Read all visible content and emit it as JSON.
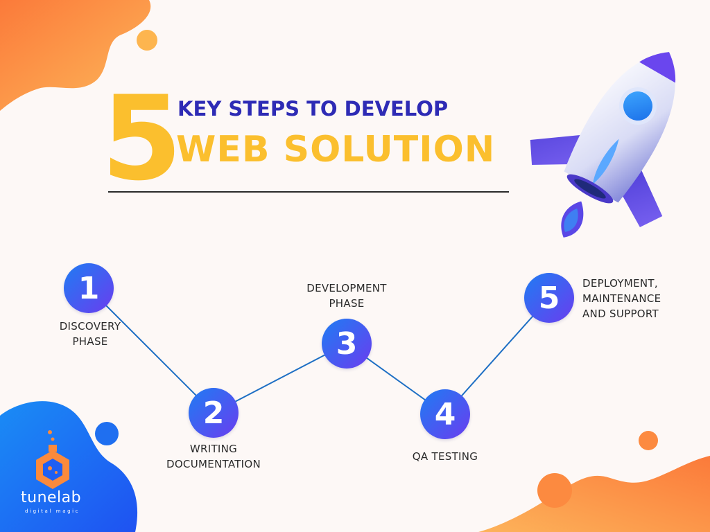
{
  "header": {
    "big_number": "5",
    "line1": "KEY STEPS TO DEVELOP",
    "line2": "WEB SOLUTION"
  },
  "steps": [
    {
      "number": "1",
      "label": "DISCOVERY\nPHASE"
    },
    {
      "number": "2",
      "label": "WRITING\nDOCUMENTATION"
    },
    {
      "number": "3",
      "label": "DEVELOPMENT\nPHASE"
    },
    {
      "number": "4",
      "label": "QA TESTING"
    },
    {
      "number": "5",
      "label": "DEPLOYMENT,\nMAINTENANCE\nAND SUPPORT"
    }
  ],
  "logo": {
    "name": "tunelab",
    "tagline": "digital magic"
  },
  "decorations": {
    "rocket": "rocket-illustration",
    "blobs": [
      "orange-blob-top-left",
      "blue-blob-bottom-left",
      "orange-blob-bottom-right"
    ]
  },
  "colors": {
    "accent_yellow": "#fbbf2e",
    "title_blue": "#2e2bb5",
    "step_gradient_start": "#1f7cf2",
    "step_gradient_end": "#6a3df0",
    "orange": "#fb8a3c",
    "blue": "#1565f5",
    "connector": "#1e6fc4"
  }
}
